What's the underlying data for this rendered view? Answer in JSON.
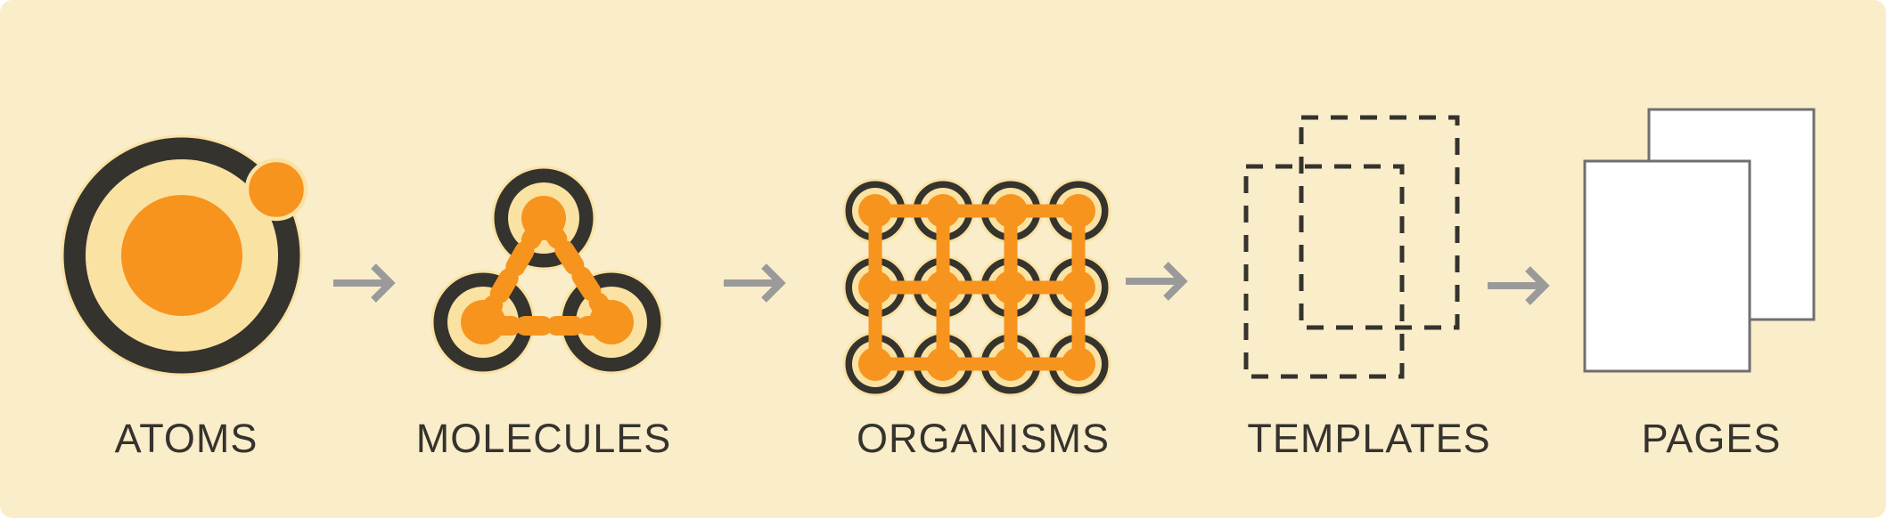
{
  "diagram": {
    "name": "atomic-design-process",
    "stages": [
      {
        "label": "ATOMS",
        "icon": "atom-icon"
      },
      {
        "label": "MOLECULES",
        "icon": "molecules-icon"
      },
      {
        "label": "ORGANISMS",
        "icon": "organisms-grid-icon"
      },
      {
        "label": "TEMPLATES",
        "icon": "templates-wireframe-icon"
      },
      {
        "label": "PAGES",
        "icon": "pages-icon"
      }
    ],
    "connector": {
      "icon": "right-arrow-icon",
      "count": 4
    },
    "colors": {
      "background": "#FAEDC9",
      "dark": "#35332E",
      "orange": "#F7941E",
      "cream": "#FAE2A3",
      "arrow_gray": "#9A9A9A",
      "page_fill": "#FFFFFF",
      "page_border": "#6F6F6F",
      "label_text": "#35332E"
    }
  }
}
